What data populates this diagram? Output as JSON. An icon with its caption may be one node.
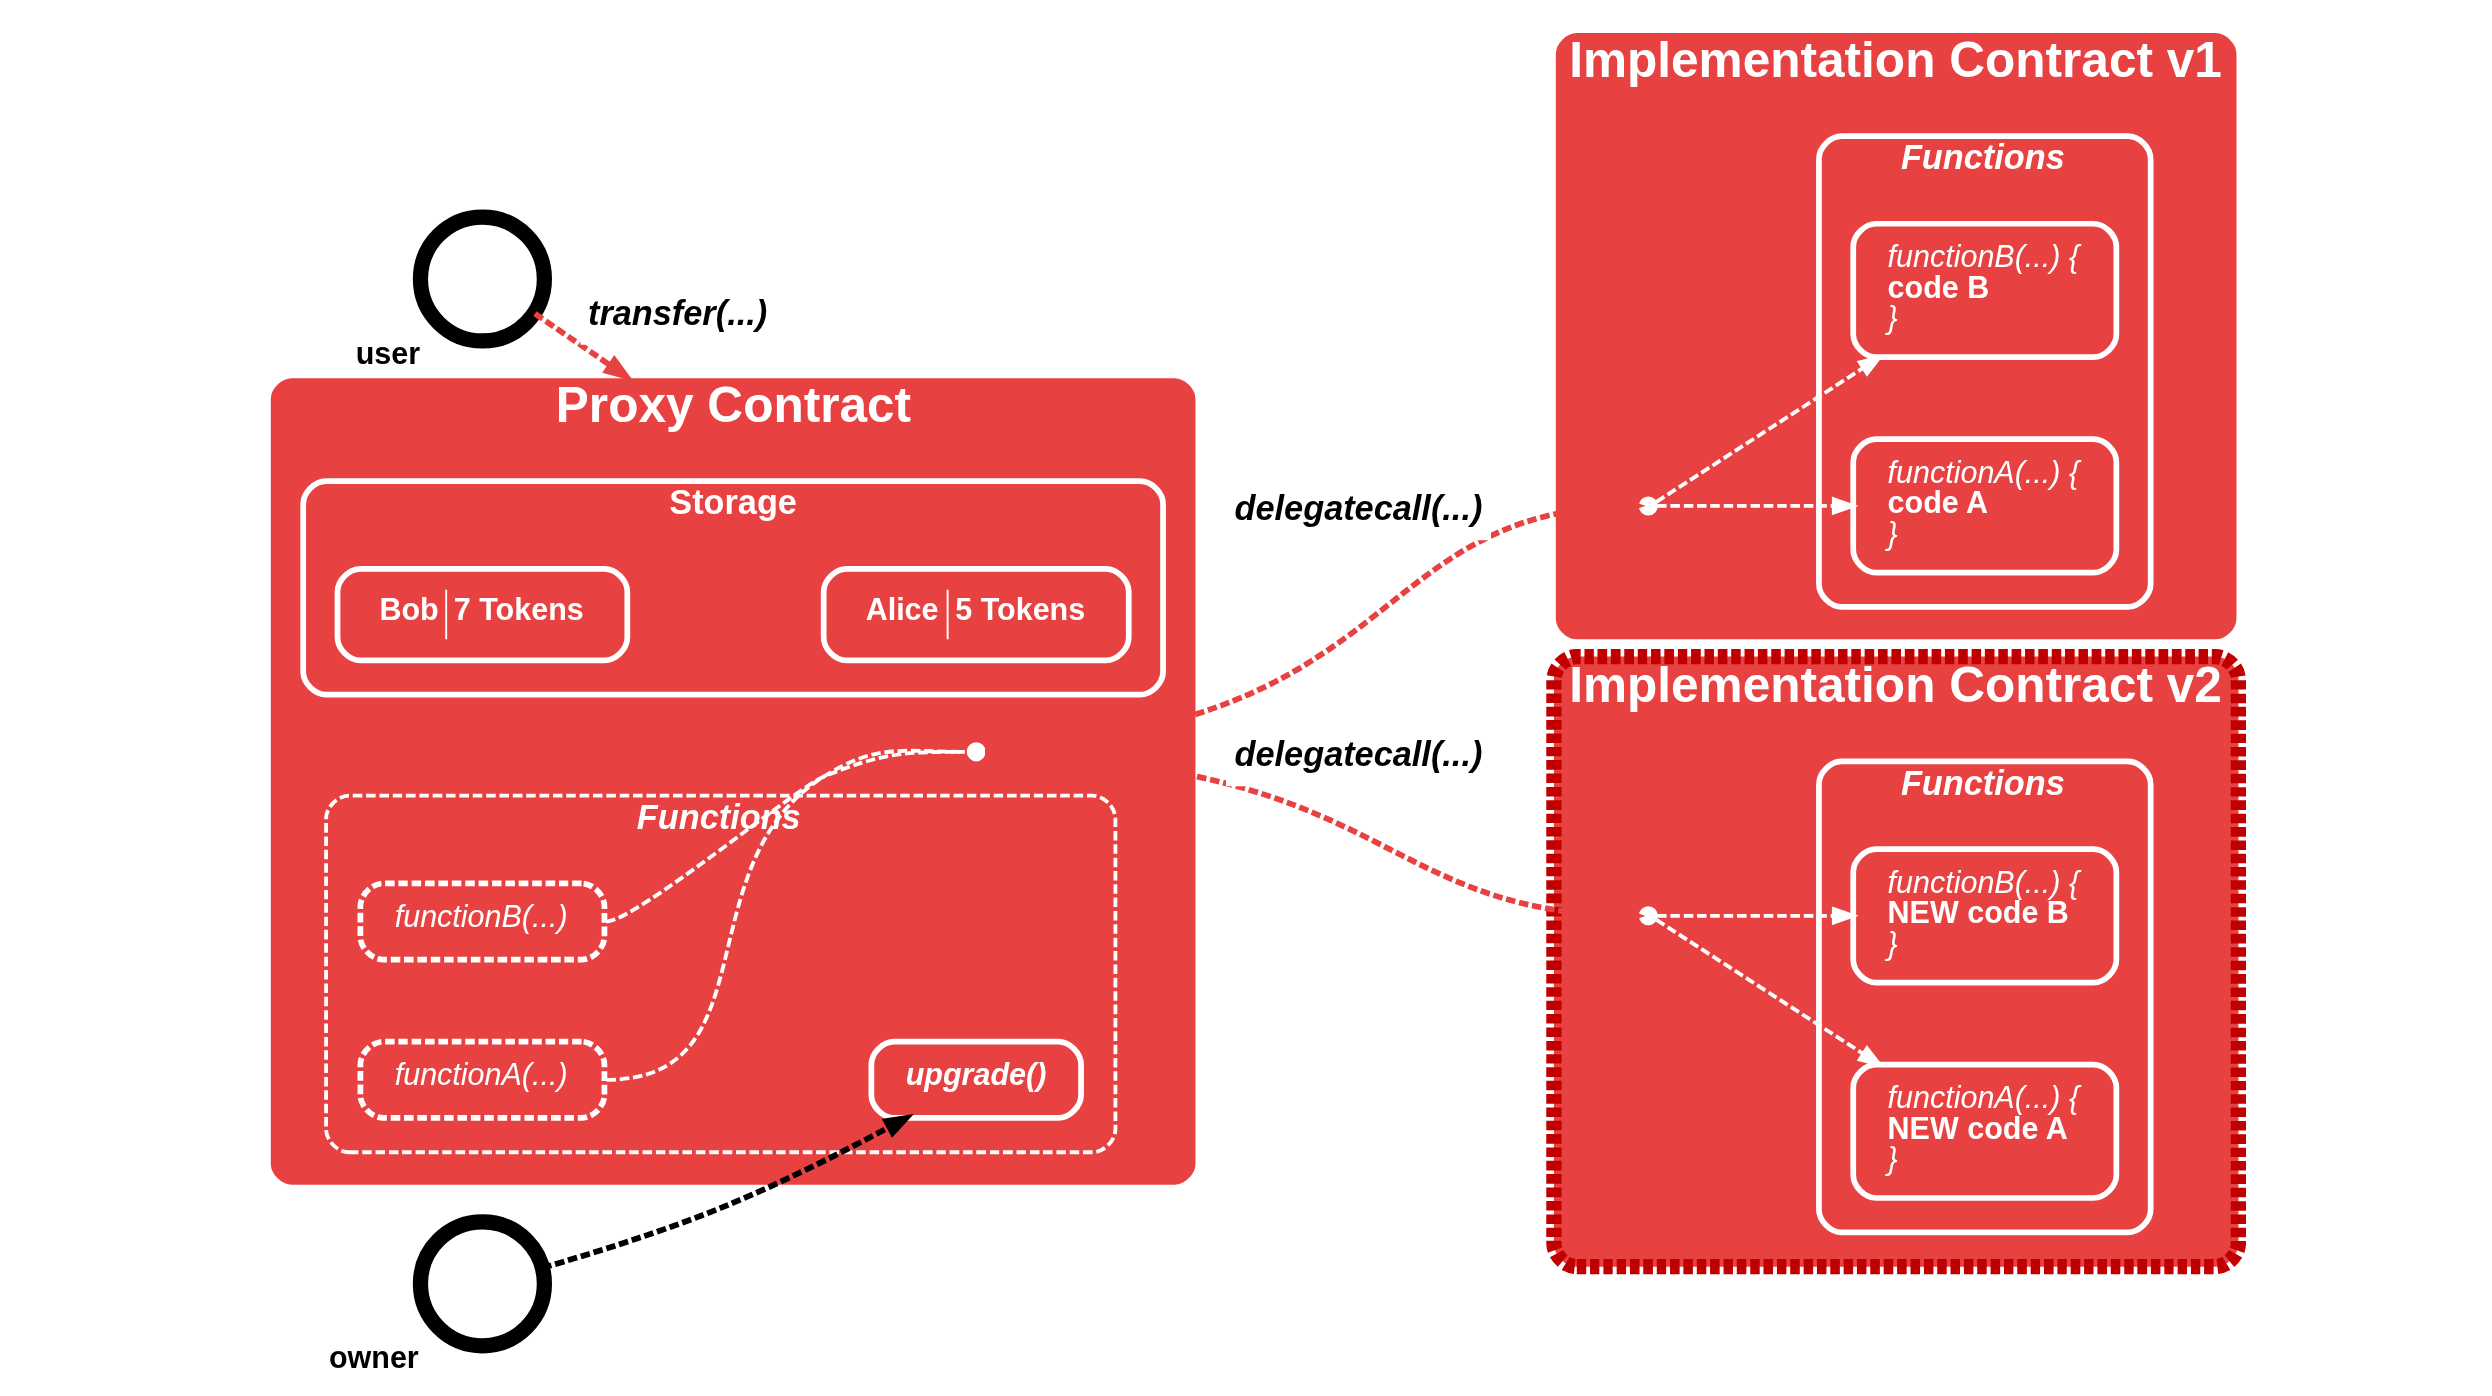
{
  "diagram": {
    "nodes": [
      {
        "text": [],
        "shape": "person",
        "beside": [
          "user"
        ]
      },
      {
        "text": [
          "Proxy Contract"
        ]
      },
      {
        "text": [
          "Storage"
        ],
        "in": 1
      },
      {
        "text": [
          "Alice",
          "5 Tokens"
        ],
        "in": 2
      },
      {
        "text": [
          "Bob",
          "7 Tokens"
        ],
        "in": 2
      },
      {
        "text": [
          "Functions"
        ],
        "in": 1
      },
      {
        "text": [
          "functionA(...)"
        ],
        "in": 5
      },
      {
        "text": [
          "functionB(...)"
        ],
        "in": 5
      },
      {
        "text": [
          "upgrade()"
        ],
        "in": 5
      },
      {
        "text": [
          "Implementation Contract v1"
        ]
      },
      {
        "text": [
          "Functions"
        ],
        "in": 9
      },
      {
        "text": [
          "functionA(...) {",
          "code A",
          "}"
        ],
        "in": 10
      },
      {
        "text": [
          "functionB(...) {",
          "code B",
          "}"
        ],
        "in": 10
      },
      {
        "text": [
          "Implementation Contract v2"
        ]
      },
      {
        "text": [
          "Functions"
        ],
        "in": 13
      },
      {
        "text": [
          "functionA(...) {",
          "NEW code A",
          "}"
        ],
        "in": 14
      },
      {
        "text": [
          "functionB(...) {",
          "NEW code B",
          "}"
        ],
        "in": 14
      },
      {
        "text": [],
        "shape": "person",
        "beside": [
          "owner"
        ]
      },
      {
        "text": [],
        "shape": "circle",
        "in": 1
      },
      {
        "text": [],
        "shape": "circle",
        "in": 9
      },
      {
        "text": [],
        "shape": "circle",
        "in": 13
      }
    ],
    "edges": [
      {
        "from": 0,
        "to": 1,
        "arrow": "to",
        "label": "transfer(...)",
        "style": "dashed",
        "color": "#e84142"
      },
      {
        "from": 6,
        "to": 18,
        "arrow": "none",
        "style": "dashed"
      },
      {
        "from": 7,
        "to": 18,
        "arrow": "none",
        "style": "dashed"
      },
      {
        "from": 18,
        "to": 19,
        "arrow": "to",
        "label": "delegatecall(...)",
        "style": "dashed",
        "color": "#e84142"
      },
      {
        "from": 18,
        "to": 20,
        "arrow": "to",
        "label": "delegatecall(...)",
        "style": "dashed",
        "color": "#e84142"
      },
      {
        "from": 19,
        "to": 11,
        "arrow": "to",
        "style": "dashed"
      },
      {
        "from": 19,
        "to": 12,
        "arrow": "to",
        "style": "dashed"
      },
      {
        "from": 20,
        "to": 15,
        "arrow": "to",
        "style": "dashed"
      },
      {
        "from": 20,
        "to": 16,
        "arrow": "to",
        "style": "dashed"
      },
      {
        "from": 17,
        "to": 8,
        "arrow": "to",
        "style": "dashed",
        "color": "#000000"
      }
    ]
  }
}
